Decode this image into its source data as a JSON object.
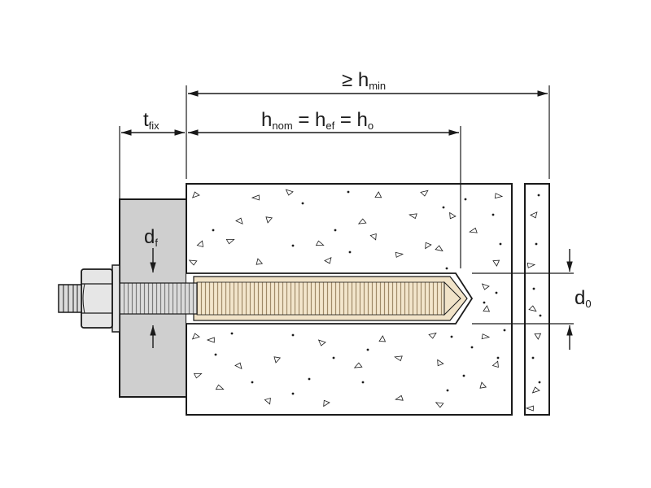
{
  "labels": {
    "h_min": {
      "prefix": "≥ h",
      "sub": "min"
    },
    "h_nom": {
      "main": "h",
      "sub": "nom",
      "eq1": " = h",
      "sub2": "ef",
      "eq2": " = h",
      "sub3": "o"
    },
    "t_fix": {
      "main": "t",
      "sub": "fix"
    },
    "d_f": {
      "main": "d",
      "sub": "f"
    },
    "d_0": {
      "main": "d",
      "sub": "0"
    }
  },
  "colors": {
    "line": "#1a1a1a",
    "fixture": "#cfcfcf",
    "concrete": "#ffffff",
    "resin": "#f1e3c8",
    "rod": "#d9d9d9",
    "nut": "#e6e6e6"
  }
}
